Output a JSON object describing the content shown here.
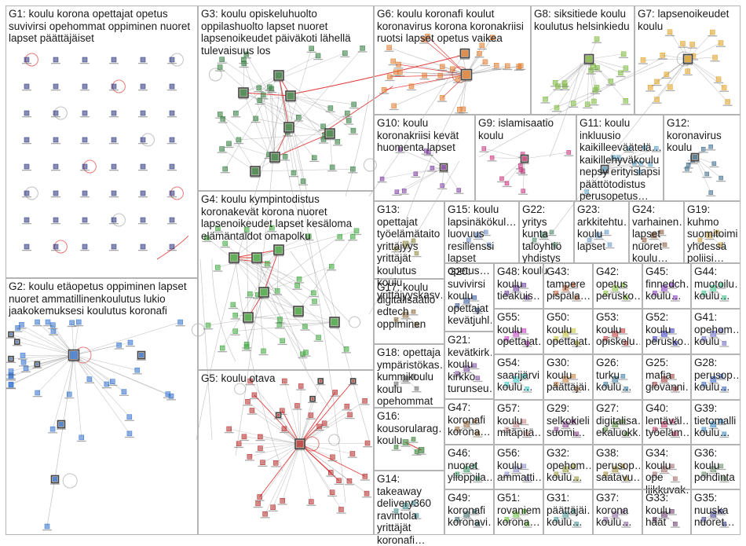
{
  "graph": {
    "accent_edge": "#e02020",
    "neutral_edge": "#9a9a9a",
    "groups": [
      {
        "id": "G1",
        "label": "G1: koulu korona opettajat opetus suvivirsi opehommat oppiminen nuoret lapset päättäjäiset",
        "color": "#27307a"
      },
      {
        "id": "G2",
        "label": "G2: koulu etäopetus oppiminen lapset nuoret ammatillinenkoulutus lukio jaakokemuksesi koulutus koronafi",
        "color": "#2f6fd0"
      },
      {
        "id": "G3",
        "label": "G3: koulu opiskeluhuolto oppilashuolto lapset nuoret lapsenoikeudet päiväkoti lähellä tulevaisuus los",
        "color": "#2e7a3a"
      },
      {
        "id": "G4",
        "label": "G4: koulu kympintodistus koronakevät korona nuoret lapsenoikeudet lapset kesäloma elämäntaidot omapolku",
        "color": "#3aa63a"
      },
      {
        "id": "G5",
        "label": "G5: koulu otava",
        "color": "#b52a2a"
      },
      {
        "id": "G6",
        "label": "G6: koulu koronafi koulut koronavirus korona koronakriisi ruotsi lapset opetus vaikea",
        "color": "#e07a2a"
      },
      {
        "id": "G7",
        "label": "G7: lapsenoikeudet koulu",
        "color": "#e0a020"
      },
      {
        "id": "G8",
        "label": "G8: siksitiede koulu koulutus helsinkiedu",
        "color": "#7ab83a"
      },
      {
        "id": "G9",
        "label": "G9: islamisaatio koulu",
        "color": "#c8307a"
      },
      {
        "id": "G10",
        "label": "G10: koulu koronakriisi kevät huomenta lapset",
        "color": "#7a3aa0"
      },
      {
        "id": "G11",
        "label": "G11: koulu inkluusio kaikilleeväätelä… kaikillehyväkoulu nepsy erityislapsi päättötodistus perusopetus…",
        "color": "#5aa0c8"
      },
      {
        "id": "G12",
        "label": "G12: koronavirus koulu",
        "color": "#3a6a8a"
      },
      {
        "id": "G13",
        "label": "G13: opettajat työelämätaito yrittäjyys yrittäjät koulutus koulu yrittäjyyskasv…",
        "color": "#8a8a3a"
      },
      {
        "id": "G14",
        "label": "G14: takeaway delivery360 ravintola yrittäjät koronafi…",
        "color": "#3a8a8a"
      },
      {
        "id": "G15",
        "label": "G15: koulu lapsinäkökul… luovuus resilienssi lapset opetus…",
        "color": "#6a8ac8"
      },
      {
        "id": "G16",
        "label": "G16: kousorularag… koulu",
        "color": "#2a7a2a"
      },
      {
        "id": "G17",
        "label": "G17: koulu digitalisaatio edtech oppiminen",
        "color": "#8a6a3a"
      },
      {
        "id": "G18",
        "label": "G18: opettaja ympäristökas… kummikoulu koulu opehommat",
        "color": "#6a6a6a"
      },
      {
        "id": "G19",
        "label": "G19: kuhmo suomitoimii yhdessä poliisi…",
        "color": "#c8a03a"
      },
      {
        "id": "G20",
        "label": "G20: suvivirsi koulu opettajat kevätjuhl…",
        "color": "#3a5aa0"
      },
      {
        "id": "G21",
        "label": "G21: kevätkirk… koulu kirkko turunseu…",
        "color": "#7a4a9a"
      },
      {
        "id": "G22",
        "label": "G22: yritys kunta taloyhtiö yhdistys koulu",
        "color": "#4a8a6a"
      },
      {
        "id": "G23",
        "label": "G23: arkkitehtu… koulu lapset",
        "color": "#6a9ac8"
      },
      {
        "id": "G24",
        "label": "G24: varhainen… lapset nuoret koulu…",
        "color": "#8a5a3a"
      },
      {
        "id": "G25",
        "label": "G25: mafia giovanni…",
        "color": "#a03a3a"
      },
      {
        "id": "G26",
        "label": "G26: turku koulu…",
        "color": "#3a7aa0"
      },
      {
        "id": "G27",
        "label": "G27: digitalisa… ekaluokk…",
        "color": "#5a8a3a"
      },
      {
        "id": "G28",
        "label": "G28: perusop… koulu…",
        "color": "#3a6ac8"
      },
      {
        "id": "G29",
        "label": "G29: selkokieli suomi…",
        "color": "#8a3a8a"
      },
      {
        "id": "G30",
        "label": "G30: koulu päättäjäi…",
        "color": "#c8803a"
      },
      {
        "id": "G31",
        "label": "G31: päättäjäi… koulu…",
        "color": "#4a9a9a"
      },
      {
        "id": "G32",
        "label": "G32: opehom… koulu…",
        "color": "#9a9a3a"
      },
      {
        "id": "G33",
        "label": "G33: koulu häät",
        "color": "#6a3a6a"
      },
      {
        "id": "G34",
        "label": "G34: koulu ope liikkuvak…",
        "color": "#a06a6a"
      },
      {
        "id": "G35",
        "label": "G35: nuuska nuoret…",
        "color": "#3a3a8a"
      },
      {
        "id": "G36",
        "label": "G36: koulu pohdinta",
        "color": "#6a8a6a"
      },
      {
        "id": "G37",
        "label": "G37: korona koulu…",
        "color": "#8a6aa0"
      },
      {
        "id": "G38",
        "label": "G38: perusop… saatavu…",
        "color": "#a08a3a"
      },
      {
        "id": "G39",
        "label": "G39: tietomalli koulu…",
        "color": "#3a8ac8"
      },
      {
        "id": "G40",
        "label": "G40: lentäväl… työeläm…",
        "color": "#c83a6a"
      },
      {
        "id": "G41",
        "label": "G41: opehom… koulu",
        "color": "#6a6ac8"
      },
      {
        "id": "G42",
        "label": "G42: opetus perusko…",
        "color": "#8ac83a"
      },
      {
        "id": "G43",
        "label": "G43: tampere pispala…",
        "color": "#c86a3a"
      },
      {
        "id": "G44",
        "label": "G44: muotoilu… koulu…",
        "color": "#3ac88a"
      },
      {
        "id": "G45",
        "label": "G45: finnedch… koulu…",
        "color": "#8a3ac8"
      },
      {
        "id": "G46",
        "label": "G46: nuoret ylioppila…",
        "color": "#3a9a6a"
      },
      {
        "id": "G47",
        "label": "G47: koronafi korona…",
        "color": "#9a6a3a"
      },
      {
        "id": "G48",
        "label": "G48: koulu tieakuis…",
        "color": "#6a3a9a"
      },
      {
        "id": "G49",
        "label": "G49: koronafi koronavi…",
        "color": "#3a6a6a"
      },
      {
        "id": "G50",
        "label": "G50: koulu opettajat…",
        "color": "#c8c83a"
      },
      {
        "id": "G51",
        "label": "G51: rovaniemi korona…",
        "color": "#6ac83a"
      },
      {
        "id": "G52",
        "label": "G52: koulu perusko…",
        "color": "#3a3ac8"
      },
      {
        "id": "G53",
        "label": "G53: koulu opiskelu…",
        "color": "#c83a3a"
      },
      {
        "id": "G54",
        "label": "G54: saarijärvi koulu…",
        "color": "#3ac8c8"
      },
      {
        "id": "G55",
        "label": "G55: koulu opettajat…",
        "color": "#c83ac8"
      },
      {
        "id": "G56",
        "label": "G56: koulu ammatti…",
        "color": "#8a8ac8"
      },
      {
        "id": "G57",
        "label": "G57: koulu mitäpitä…",
        "color": "#c88a8a"
      }
    ]
  }
}
